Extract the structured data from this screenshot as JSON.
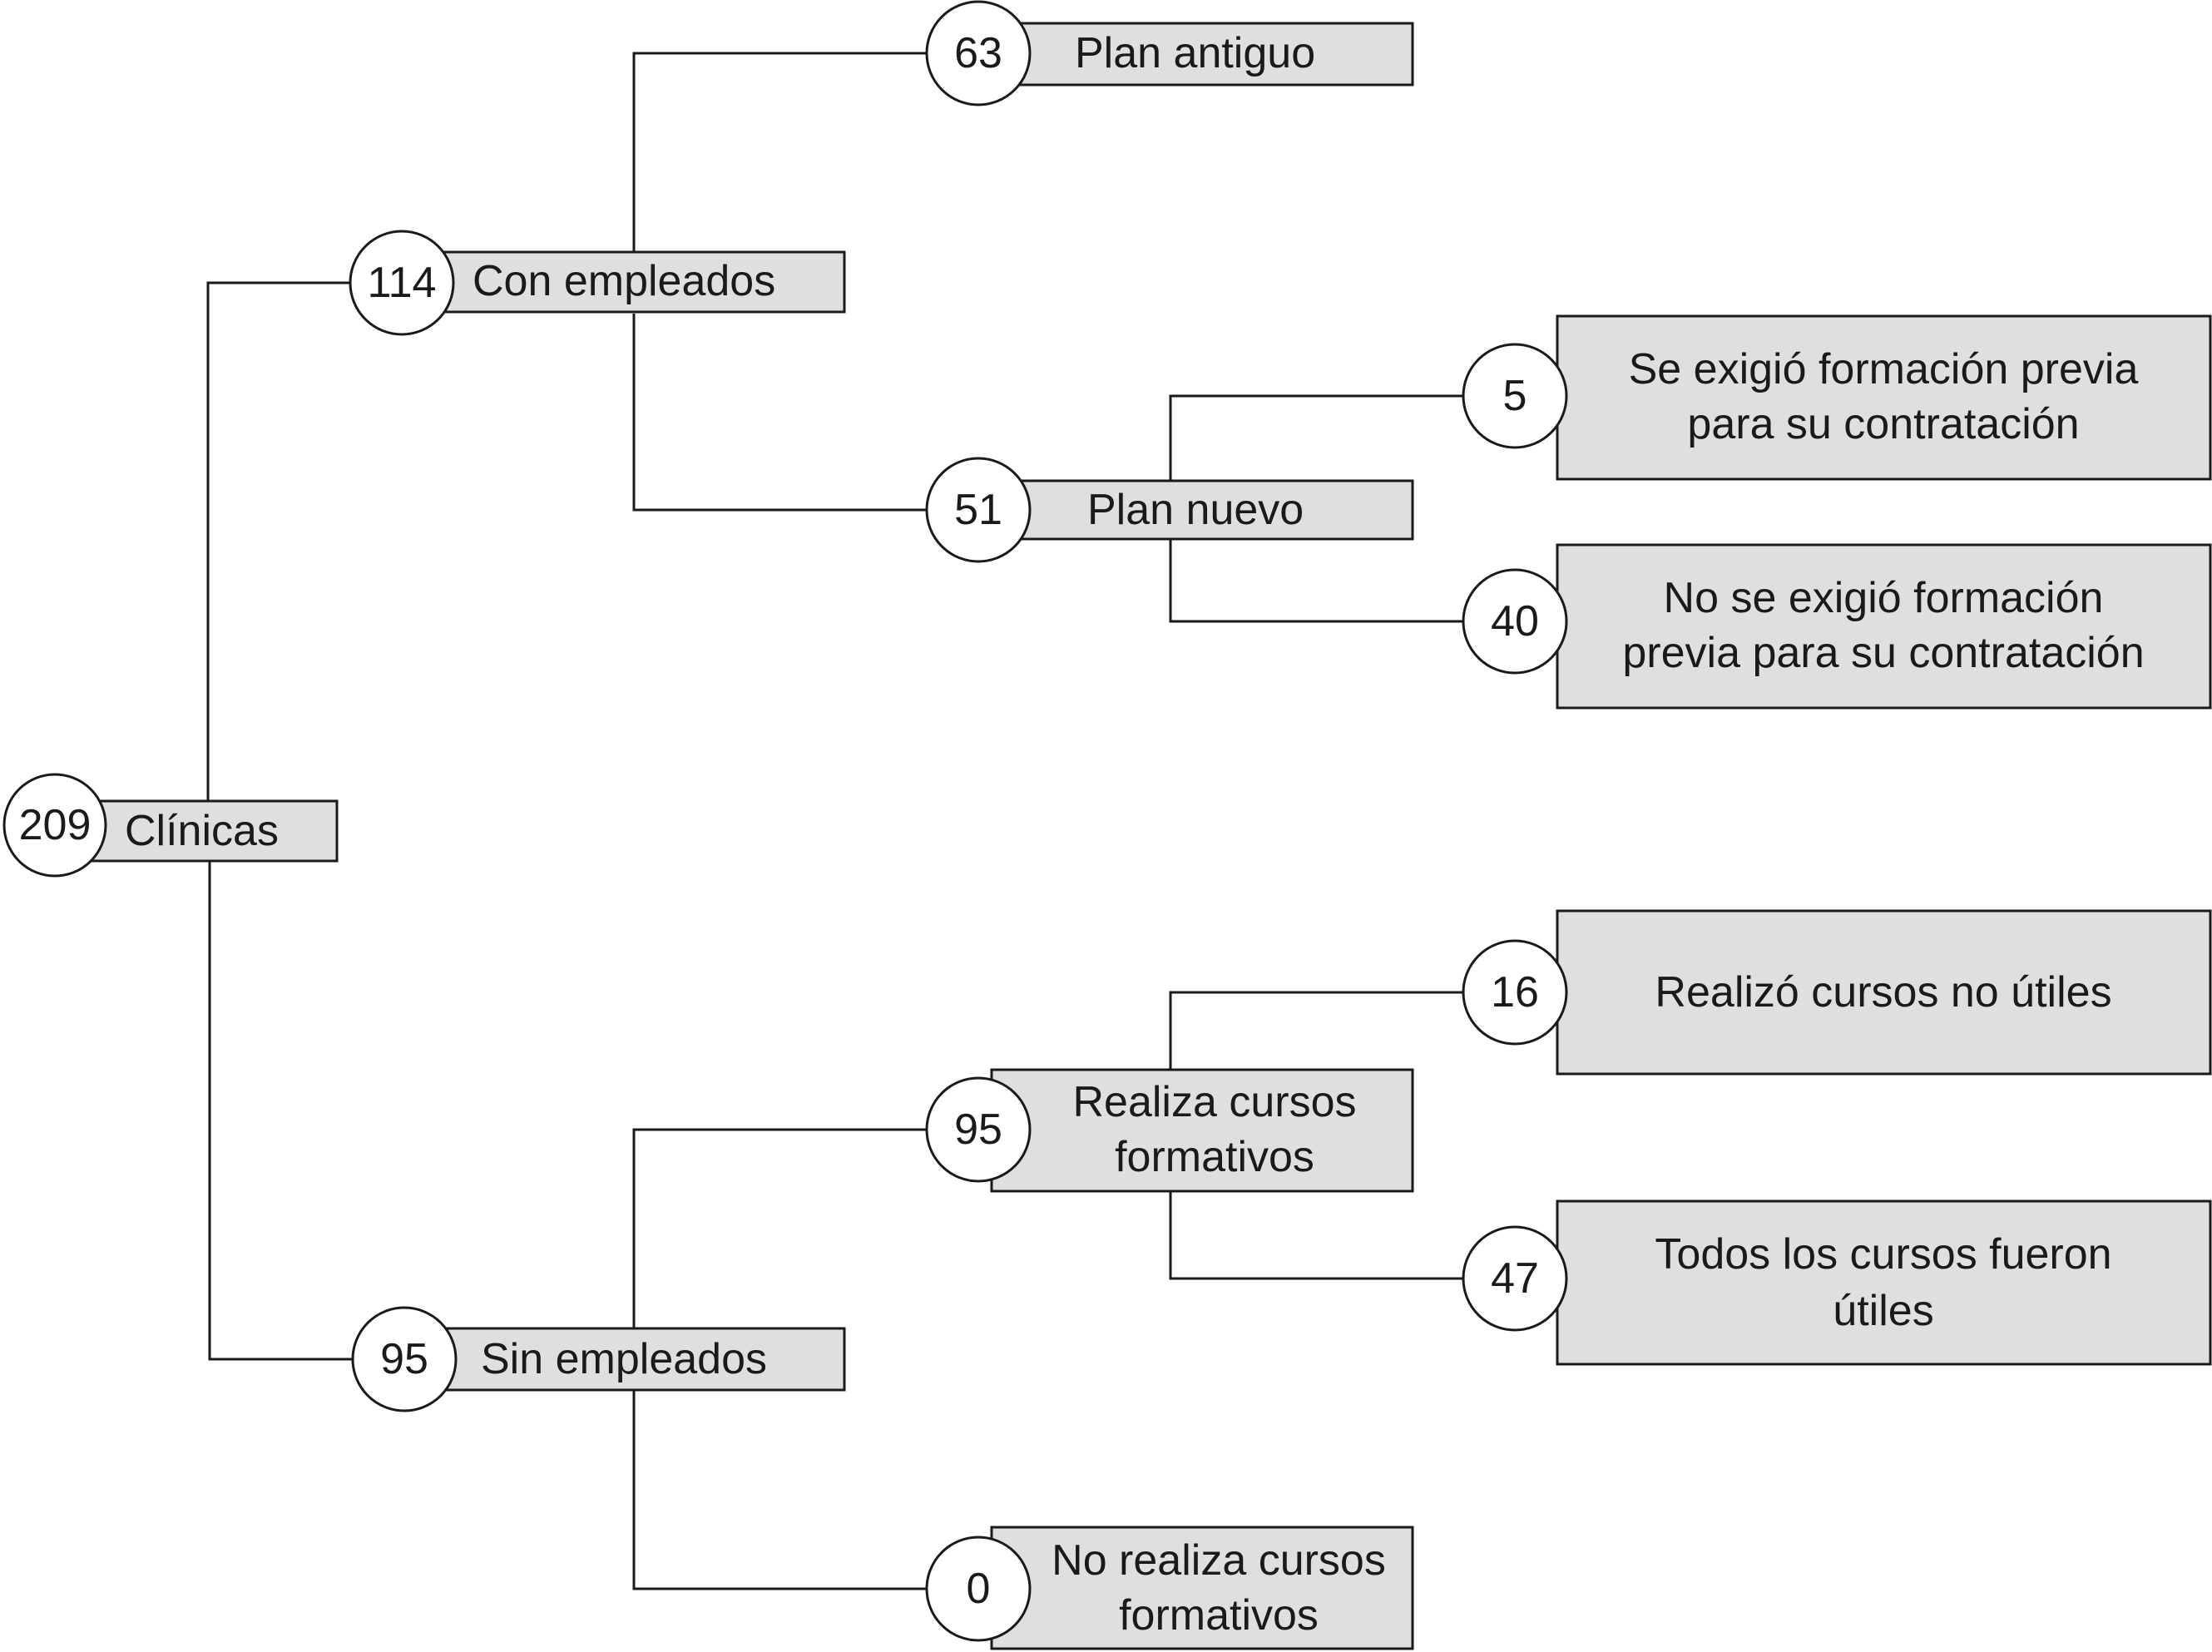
{
  "tree": {
    "root": {
      "count": "209",
      "label": "Clínicas"
    },
    "with_employees": {
      "count": "114",
      "label": "Con empleados"
    },
    "old_plan": {
      "count": "63",
      "label": "Plan antiguo"
    },
    "new_plan": {
      "count": "51",
      "label": "Plan nuevo"
    },
    "training_required": {
      "count": "5",
      "label_line1": "Se exigió formación previa",
      "label_line2": "para su contratación"
    },
    "training_not_required": {
      "count": "40",
      "label_line1": "No se exigió formación",
      "label_line2": "previa para su contratación"
    },
    "without_employees": {
      "count": "95",
      "label": "Sin empleados"
    },
    "does_courses": {
      "count": "95",
      "label_line1": "Realiza cursos",
      "label_line2": "formativos"
    },
    "useless_courses": {
      "count": "16",
      "label": "Realizó cursos no útiles"
    },
    "useful_courses": {
      "count": "47",
      "label_line1": "Todos los cursos fueron",
      "label_line2": "útiles"
    },
    "no_courses": {
      "count": "0",
      "label_line1": "No realiza cursos",
      "label_line2": "formativos"
    }
  },
  "colors": {
    "box_fill": "#dfdfe1",
    "stroke": "#1a1a1a"
  }
}
